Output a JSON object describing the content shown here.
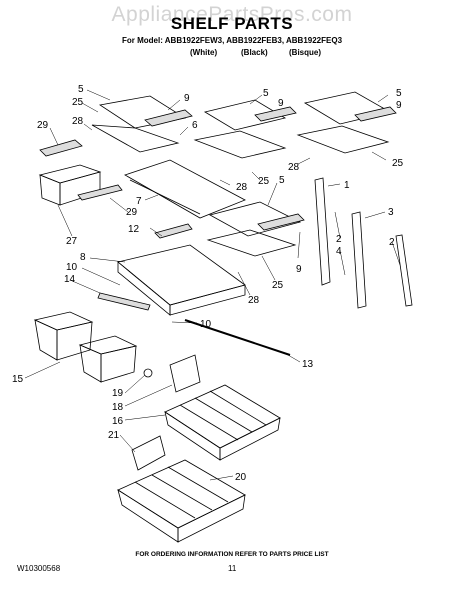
{
  "watermark": "AppliancePartsPros.com",
  "header": {
    "title": "SHELF PARTS",
    "models": "For Model: ABB1922FEW3, ABB1922FEB3, ABB1922FEQ3",
    "colors": [
      "(White)",
      "(Black)",
      "(Bisque)"
    ]
  },
  "callouts": [
    "5",
    "9",
    "25",
    "29",
    "28",
    "6",
    "5",
    "9",
    "5",
    "9",
    "28",
    "25",
    "1",
    "28",
    "25",
    "7",
    "5",
    "29",
    "27",
    "3",
    "12",
    "2",
    "8",
    "2",
    "4",
    "10",
    "9",
    "14",
    "28",
    "25",
    "10",
    "13",
    "15",
    "19",
    "18",
    "16",
    "21",
    "20"
  ],
  "footer": {
    "note": "FOR ORDERING INFORMATION REFER TO PARTS PRICE LIST",
    "doc_number": "W10300568",
    "page_number": "11"
  }
}
